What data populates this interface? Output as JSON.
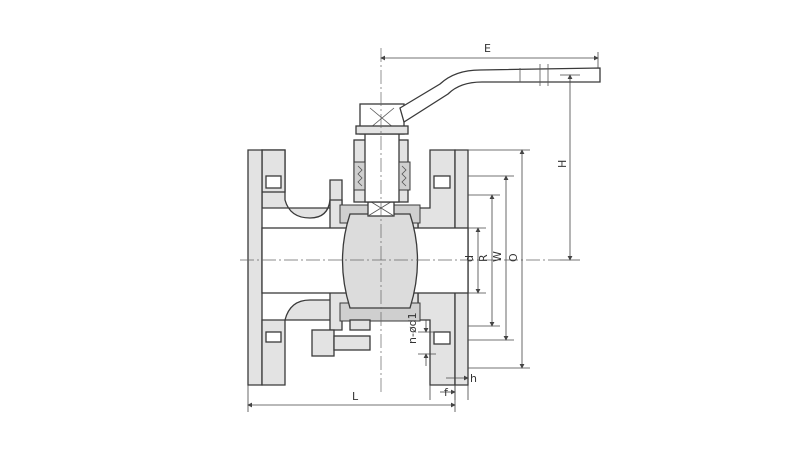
{
  "labels": {
    "E": "E",
    "H": "H",
    "d": "d",
    "R": "R",
    "W": "W",
    "O": "O",
    "nd1": "n-ød1",
    "h": "h",
    "f": "f",
    "L": "L"
  }
}
